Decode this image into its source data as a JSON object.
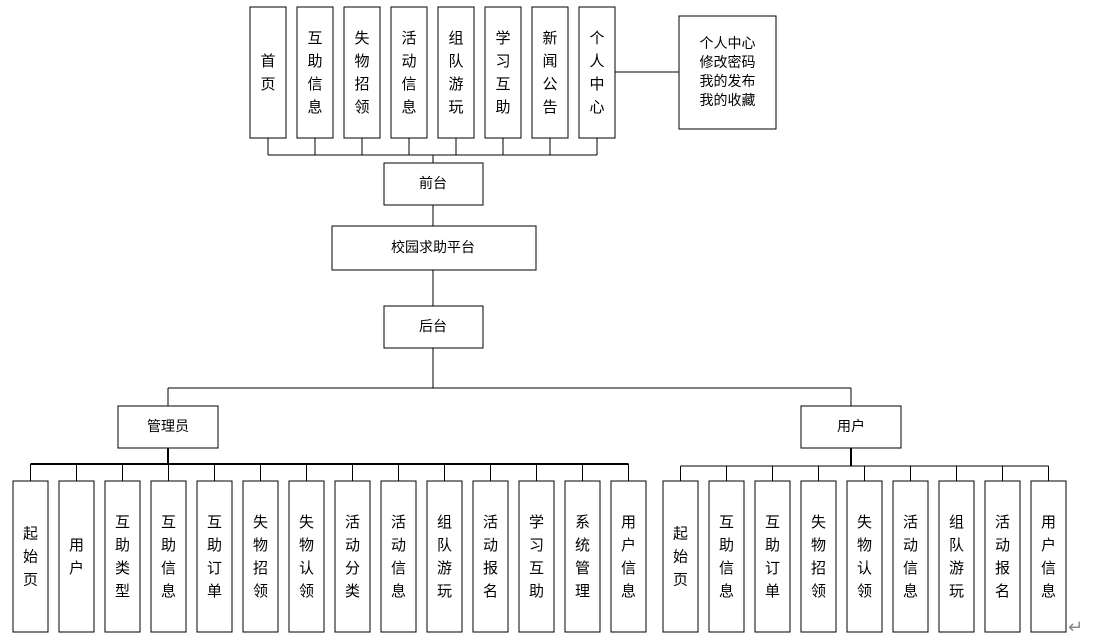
{
  "root": {
    "label": "校园求助平台"
  },
  "front": {
    "label": "前台",
    "modules": [
      "首页",
      "互助信息",
      "失物招领",
      "活动信息",
      "组队游玩",
      "学习互助",
      "新闻公告",
      "个人中心"
    ],
    "personal_center_sub": [
      "个人中心",
      "修改密码",
      "我的发布",
      "我的收藏"
    ]
  },
  "back": {
    "label": "后台",
    "admin": {
      "label": "管理员",
      "modules": [
        "起始页",
        "用户",
        "互助类型",
        "互助信息",
        "互助订单",
        "失物招领",
        "失物认领",
        "活动分类",
        "活动信息",
        "组队游玩",
        "活动报名",
        "学习互助",
        "系统管理",
        "用户信息"
      ]
    },
    "user": {
      "label": "用户",
      "modules": [
        "起始页",
        "互助信息",
        "互助订单",
        "失物招领",
        "失物认领",
        "活动信息",
        "组队游玩",
        "活动报名",
        "用户信息"
      ]
    }
  },
  "footer_mark": "↵"
}
